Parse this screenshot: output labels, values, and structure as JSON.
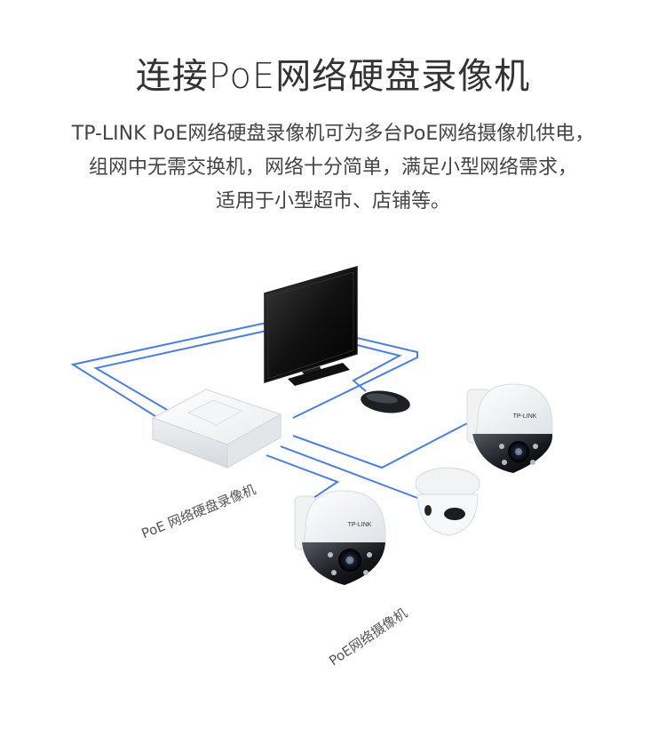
{
  "title": "连接PoE网络硬盘录像机",
  "description": {
    "line1": "TP-LINK PoE网络硬盘录像机可为多台PoE网络摄像机供电，",
    "line2": "组网中无需交换机，网络十分简单，满足小型网络需求，",
    "line3": "适用于小型超市、店铺等。"
  },
  "diagram": {
    "nvr_label": "PoE 网络硬盘录像机",
    "camera_label": "PoE网络摄像机",
    "camera_brand": "TP-LINK",
    "cable_color": "#4a7fe0"
  }
}
